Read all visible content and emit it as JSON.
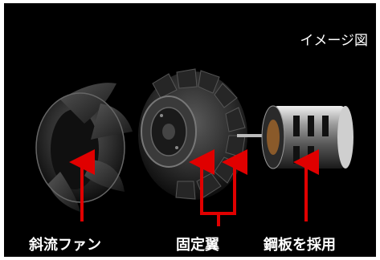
{
  "image": {
    "caption": "イメージ図",
    "callouts": [
      {
        "id": "fan",
        "label": "斜流ファン"
      },
      {
        "id": "fixed",
        "label": "固定翼"
      },
      {
        "id": "steel",
        "label": "鋼板を採用"
      }
    ],
    "colors": {
      "background": "#000000",
      "arrow": "#e00000",
      "text": "#ffffff",
      "parts": "#3a3a3a"
    }
  }
}
